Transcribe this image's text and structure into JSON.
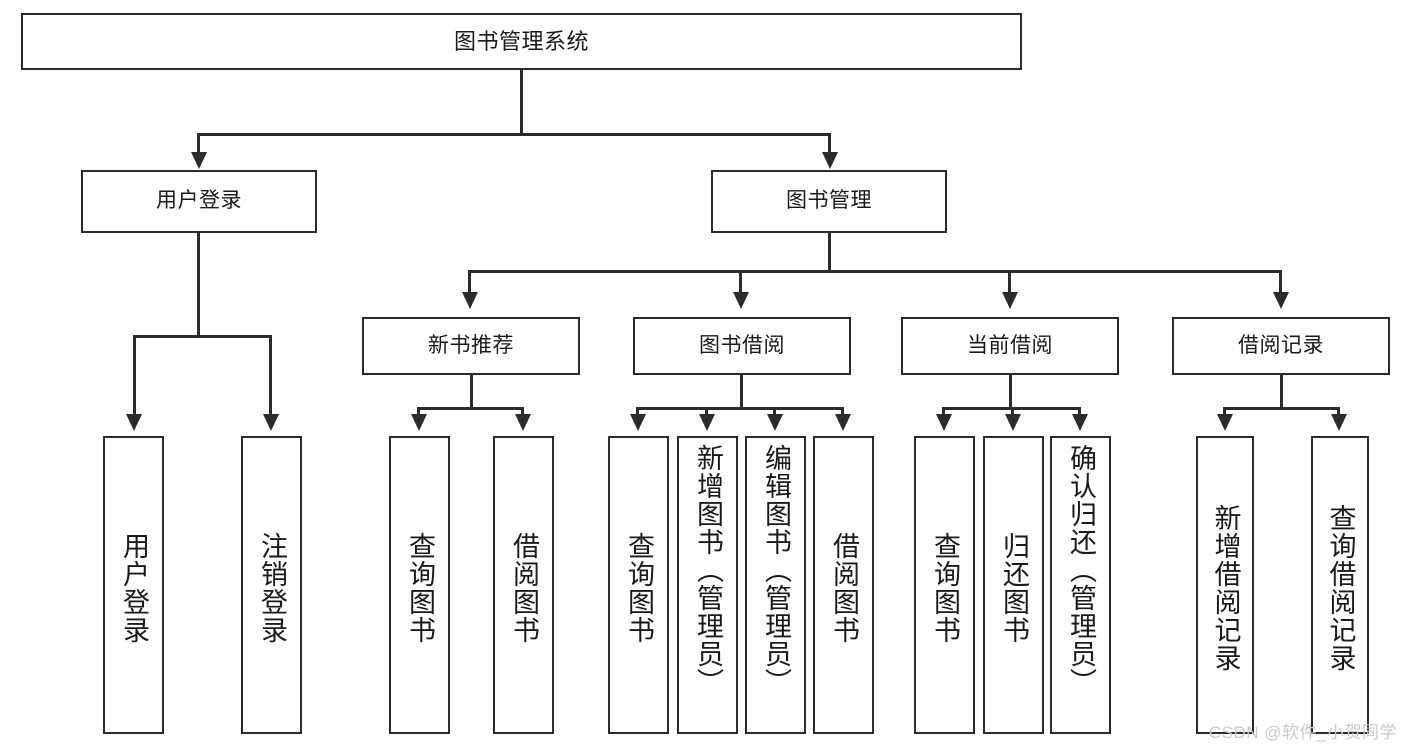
{
  "diagram": {
    "title": "图书管理系统",
    "type": "tree",
    "watermark": "CSDN @软件_小贺同学",
    "root": {
      "label": "图书管理系统"
    },
    "level1": [
      {
        "label": "用户登录"
      },
      {
        "label": "图书管理"
      }
    ],
    "level2": [
      {
        "label": "新书推荐"
      },
      {
        "label": "图书借阅"
      },
      {
        "label": "当前借阅"
      },
      {
        "label": "借阅记录"
      }
    ],
    "leaves": {
      "user_login": [
        {
          "label": "用户登录"
        },
        {
          "label": "注销登录"
        }
      ],
      "new_book": [
        {
          "label": "查询图书"
        },
        {
          "label": "借阅图书"
        }
      ],
      "book_borrow": [
        {
          "label": "查询图书"
        },
        {
          "label": "新增图书（管理员）"
        },
        {
          "label": "编辑图书（管理员）"
        },
        {
          "label": "借阅图书"
        }
      ],
      "current_borrow": [
        {
          "label": "查询图书"
        },
        {
          "label": "归还图书"
        },
        {
          "label": "确认归还（管理员）"
        }
      ],
      "borrow_record": [
        {
          "label": "新增借阅记录"
        },
        {
          "label": "查询借阅记录"
        }
      ]
    },
    "colors": {
      "stroke": "#2b2b2b",
      "fill": "#ffffff",
      "watermark": "#c9c9c9"
    }
  }
}
